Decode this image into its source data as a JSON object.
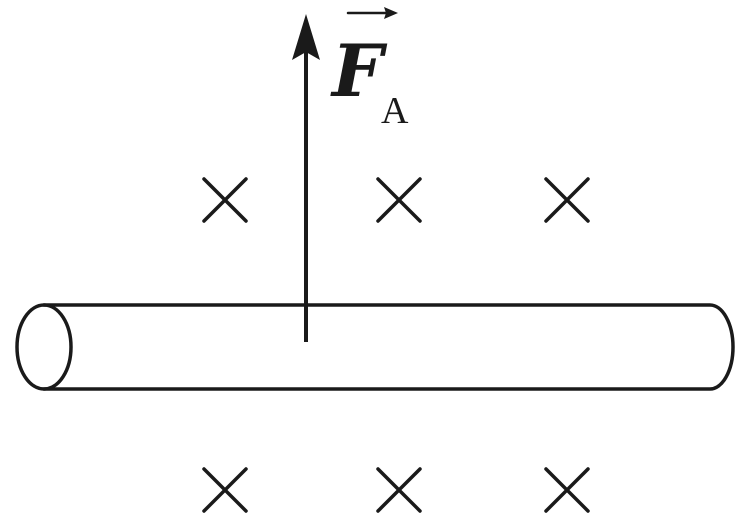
{
  "force_label": {
    "symbol": "F",
    "subscript": "A",
    "vector_arrow": true
  },
  "field": {
    "direction": "into-page",
    "marker": "×",
    "rows": 2,
    "columns": 3
  },
  "colors": {
    "ink": "#1a1a1a",
    "background": "#ffffff"
  }
}
